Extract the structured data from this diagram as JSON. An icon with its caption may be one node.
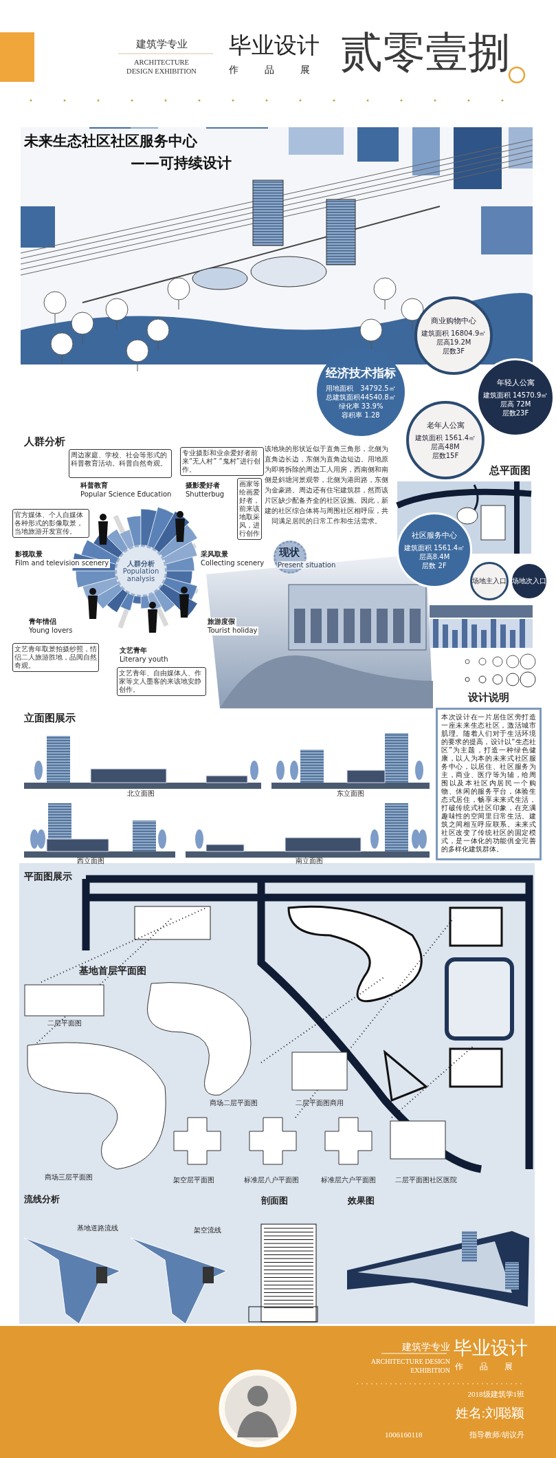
{
  "diagram": {
    "nodes": [
      {
        "text": [
          "经济技术指标",
          "用地面积　34792.5㎡",
          "总建筑面积44540.8㎡",
          "绿化率 33.9%",
          "容积率 1.28"
        ]
      },
      {
        "text": [
          "商业购物中心",
          "建筑面积 16804.9㎡",
          "层高19.2M",
          "层数3F"
        ]
      },
      {
        "text": [
          "年轻人公寓",
          "建筑面积 14570.9㎡",
          "层高 72M",
          "层数23F"
        ]
      },
      {
        "text": [
          "老年人公寓",
          "建筑面积 1561.4㎡",
          "层高48M",
          "层数15F"
        ]
      },
      {
        "text": [
          "社区服务中心",
          "建筑面积 1561.4㎡",
          "层高8.4M",
          "层数 2F"
        ]
      },
      {
        "text": [
          "场地主入口"
        ]
      },
      {
        "text": [
          "场地次入口"
        ]
      },
      {
        "text": [
          "人群分析",
          "Population analysis"
        ]
      },
      {
        "text": [
          "周边家庭、学校、社会等形式的科普教育活动。科普自然奇观。"
        ]
      },
      {
        "text": [
          "专业摄影和业余爱好者前来“无人村” “鬼村”进行创作。"
        ]
      },
      {
        "text": [
          "画家等绘画爱好者，前来该地取采风，进行创作"
        ]
      },
      {
        "text": [
          "官方媒体、个人自媒体各种形式的影像取景，当地旅游开发宣传。"
        ]
      },
      {
        "text": [
          "文艺青年取景拍摄纱照，情侣二人旅游胜地，品阅自然奇观。"
        ]
      },
      {
        "text": [
          "文艺青年、自由媒体人、作家等文人墨客的来该地安静创作。"
        ]
      },
      {
        "text": [
          "现状",
          "Present situation"
        ]
      },
      {
        "text": [
          "设计说明",
          "本次设计在一片居住区旁打造一座未来生态社区，激活城市肌理。随着人们对于生活环境的要求的提高，设计以“生态社区”为主题，打造一种绿色健康，以人为本的未来式社区服务中心，以居住、社区服务为主，商业、医疗等为辅，给周围以及本社区内居民一个购物、休闲的服务平台，体验生态式居住，畅享未来式生活，打破传统式社区印象，在充满趣味性的空间里日常生活。建筑之间相互呼应联系。未来式社区改变了传统社区的固定模式，是一体化的功能俱全完善的多样化建筑群体。"
        ]
      }
    ],
    "labels": [
      "建筑学专业",
      "ARCHITECTURE DESIGN EXHIBITION",
      "毕业设计",
      "作品展",
      "贰零壹捌",
      "未来生态社区社区服务中心",
      "——可持续设计",
      "人群分析",
      "科普教育",
      "Popular Science Education",
      "摄影爱好者",
      "Shutterbug",
      "影视取景",
      "Film and television scenery",
      "采风取景",
      "Collecting scenery",
      "青年情侣",
      "Young lovers",
      "旅游度假",
      "Tourist holiday",
      "文艺青年",
      "Literary youth",
      "该地块的形状近似于直角三角形，北侧为直角边长边，东侧为直角边短边。用地原为即将拆除的周边工人用房，西南侧和南侧是斜塘河景观带，北侧为港田路，东侧为金豪路。周边还有住宅建筑群，然而该片区缺少配备齐全的社区设施。因此，新建的社区综合体将与周围社区相呼应，共同满足居民的日常工作和生活需求。",
      "总平面图",
      "立面图展示",
      "北立面图",
      "东立面图",
      "西立面图",
      "南立面图",
      "平面图展示",
      "基地首层平面图",
      "二层平面图",
      "商场二层平面图",
      "二层平面图商用",
      "商场三层平面图",
      "架空层平面图",
      "标准层八户平面图",
      "标准层六户平面图",
      "二层平面图社区医院",
      "流线分析",
      "剖面图",
      "效果图",
      "基地道路流线",
      "架空流线",
      "建筑学专业",
      "ARCHITECTURE DESIGN EXHIBITION",
      "毕业设计",
      "作品展",
      "2018级建筑学1班",
      "姓名:刘聪颖",
      "1006160118",
      "指导教师/胡议丹"
    ]
  }
}
